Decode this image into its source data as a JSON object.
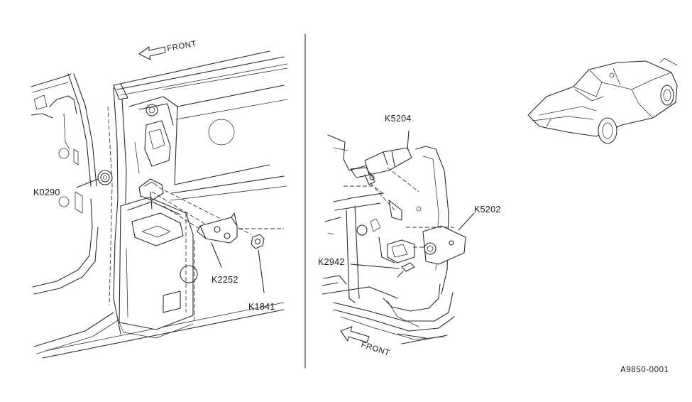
{
  "labels": {
    "front_left": "FRONT",
    "front_right": "FRONT",
    "k0290": "K0290",
    "k2252": "K2252",
    "k1841": "K1841",
    "k5204": "K5204",
    "k5202": "K5202",
    "k2942": "K2942",
    "diagram_code": "A9850-0001"
  }
}
